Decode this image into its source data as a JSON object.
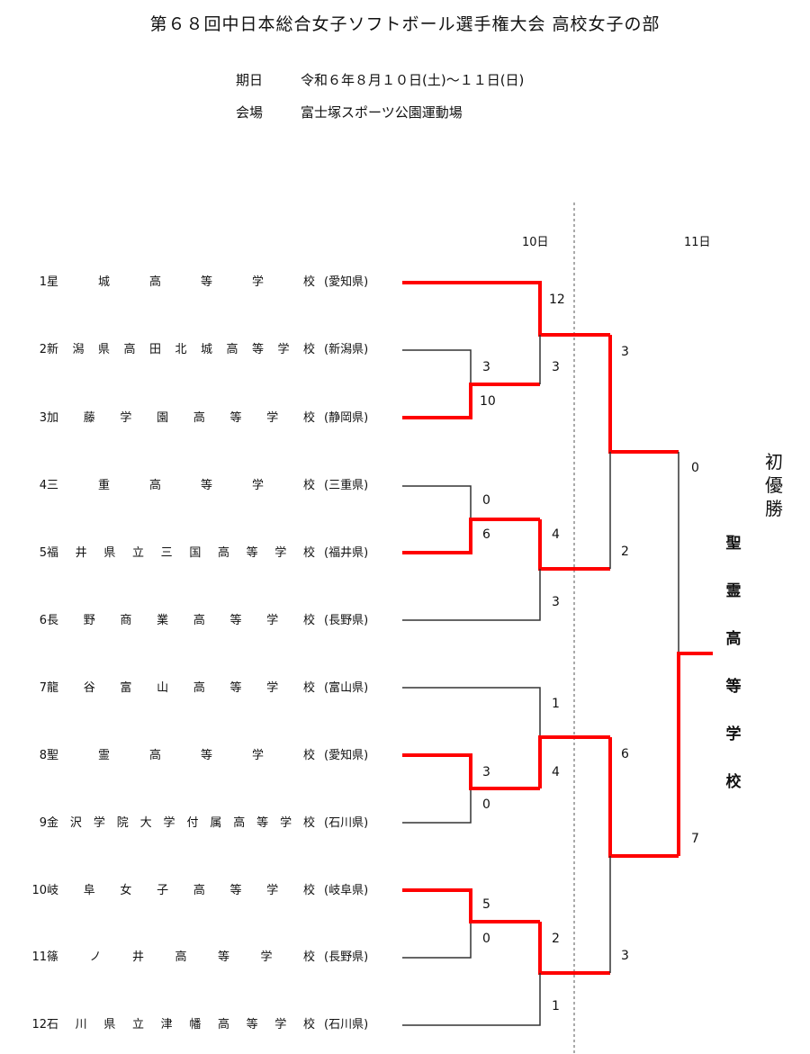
{
  "title": "第６８回中日本総合女子ソフトボール選手権大会 高校女子の部",
  "info": {
    "date_label": "期日",
    "date_value": "令和６年８月１０日(土)～１１日(日)",
    "venue_label": "会場",
    "venue_value": "富士塚スポーツ公園運動場"
  },
  "days": [
    "10日",
    "11日"
  ],
  "teams": [
    {
      "num": "1",
      "name": "星城高等学校",
      "pref": "(愛知県)"
    },
    {
      "num": "2",
      "name": "新潟県高田北城高等学校",
      "pref": "(新潟県)"
    },
    {
      "num": "3",
      "name": "加藤学園高等学校",
      "pref": "(静岡県)"
    },
    {
      "num": "4",
      "name": "三重高等学校",
      "pref": "(三重県)"
    },
    {
      "num": "5",
      "name": "福井県立三国高等学校",
      "pref": "(福井県)"
    },
    {
      "num": "6",
      "name": "長野商業高等学校",
      "pref": "(長野県)"
    },
    {
      "num": "7",
      "name": "龍谷富山高等学校",
      "pref": "(富山県)"
    },
    {
      "num": "8",
      "name": "聖霊高等学校",
      "pref": "(愛知県)"
    },
    {
      "num": "9",
      "name": "金沢学院大学付属高等学校",
      "pref": "(石川県)"
    },
    {
      "num": "10",
      "name": "岐阜女子高等学校",
      "pref": "(岐阜県)"
    },
    {
      "num": "11",
      "name": "篠ノ井高等学校",
      "pref": "(長野県)"
    },
    {
      "num": "12",
      "name": "石川県立津幡高等学校",
      "pref": "(石川県)"
    }
  ],
  "scores": {
    "r1_2v3": [
      "3",
      "10"
    ],
    "r1_4v5": [
      "0",
      "6"
    ],
    "r1_8v9": [
      "3",
      "0"
    ],
    "r1_10v11": [
      "5",
      "0"
    ],
    "r2_1": [
      "12",
      "3"
    ],
    "r2_6": [
      "4",
      "3"
    ],
    "r2_7": [
      "1",
      "4"
    ],
    "r2_12": [
      "2",
      "1"
    ],
    "sf_top": [
      "3",
      "2"
    ],
    "sf_bottom": [
      "6",
      "3"
    ],
    "final": [
      "0",
      "7"
    ]
  },
  "champion_label": "初優勝",
  "champion": "聖霊高等学校",
  "colors": {
    "win": "#ff0000",
    "line": "#333333",
    "divider": "#555555"
  }
}
